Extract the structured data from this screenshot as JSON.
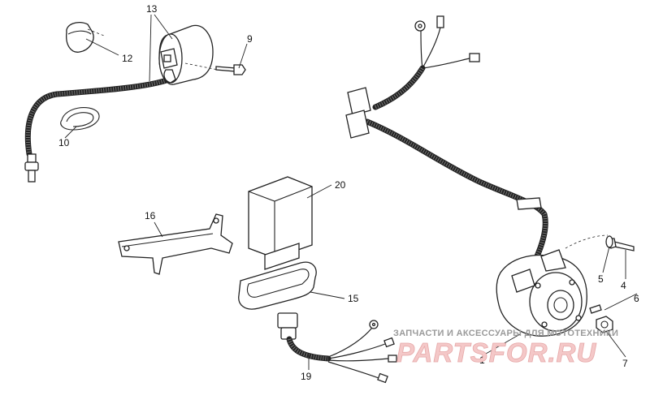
{
  "callouts": {
    "p1": "1",
    "p4": "4",
    "p5": "5",
    "p6": "6",
    "p7": "7",
    "p9": "9",
    "p10": "10",
    "p12": "12",
    "p13": "13",
    "p15": "15",
    "p16": "16",
    "p19": "19",
    "p20": "20"
  },
  "watermark": {
    "subtitle": "ЗАПЧАСТИ И АКСЕССУАРЫ ДЛЯ МОТОТЕХНИКИ",
    "brand": "PARTSFOR.RU"
  },
  "colors": {
    "ink": "#222222",
    "watermark_fill": "#f4c8c8",
    "watermark_sub": "#9a9a9a"
  }
}
